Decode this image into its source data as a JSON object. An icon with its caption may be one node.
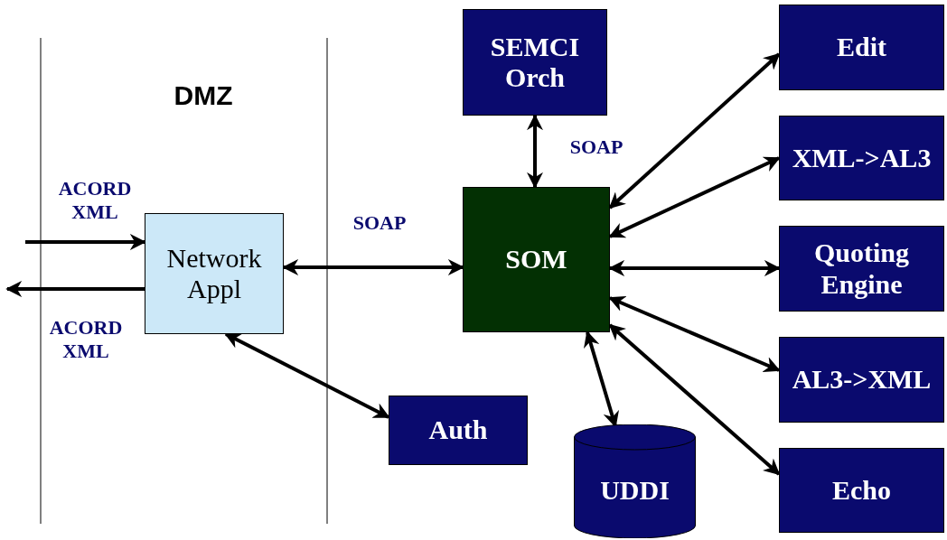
{
  "diagram": {
    "nodes": [
      {
        "text": [
          "SEMCI Orch"
        ]
      },
      {
        "text": [
          "Edit"
        ]
      },
      {
        "text": [
          "XML->AL3"
        ]
      },
      {
        "text": [
          "Network Appl"
        ]
      },
      {
        "text": [
          "SOM"
        ]
      },
      {
        "text": [
          "Quoting Engine"
        ]
      },
      {
        "text": [
          "AL3->XML"
        ]
      },
      {
        "text": [
          "Auth"
        ]
      },
      {
        "text": [
          "UDDI"
        ]
      },
      {
        "text": [
          "Echo"
        ]
      }
    ],
    "edges": [
      {
        "from": null,
        "to": 3,
        "arrow": "to",
        "label": "ACORD XML"
      },
      {
        "from": 3,
        "to": null,
        "arrow": "to",
        "label": "ACORD XML"
      },
      {
        "from": 3,
        "to": 4,
        "arrow": "both",
        "label": "SOAP"
      },
      {
        "from": 0,
        "to": 4,
        "arrow": "both",
        "label": "SOAP"
      },
      {
        "from": 3,
        "to": 7,
        "arrow": "both"
      },
      {
        "from": 4,
        "to": 1,
        "arrow": "both"
      },
      {
        "from": 4,
        "to": 2,
        "arrow": "both"
      },
      {
        "from": 4,
        "to": 5,
        "arrow": "both"
      },
      {
        "from": 4,
        "to": 6,
        "arrow": "both"
      },
      {
        "from": 4,
        "to": 9,
        "arrow": "both"
      },
      {
        "from": 4,
        "to": 8,
        "arrow": "both"
      }
    ],
    "labels": [
      "DMZ"
    ]
  }
}
